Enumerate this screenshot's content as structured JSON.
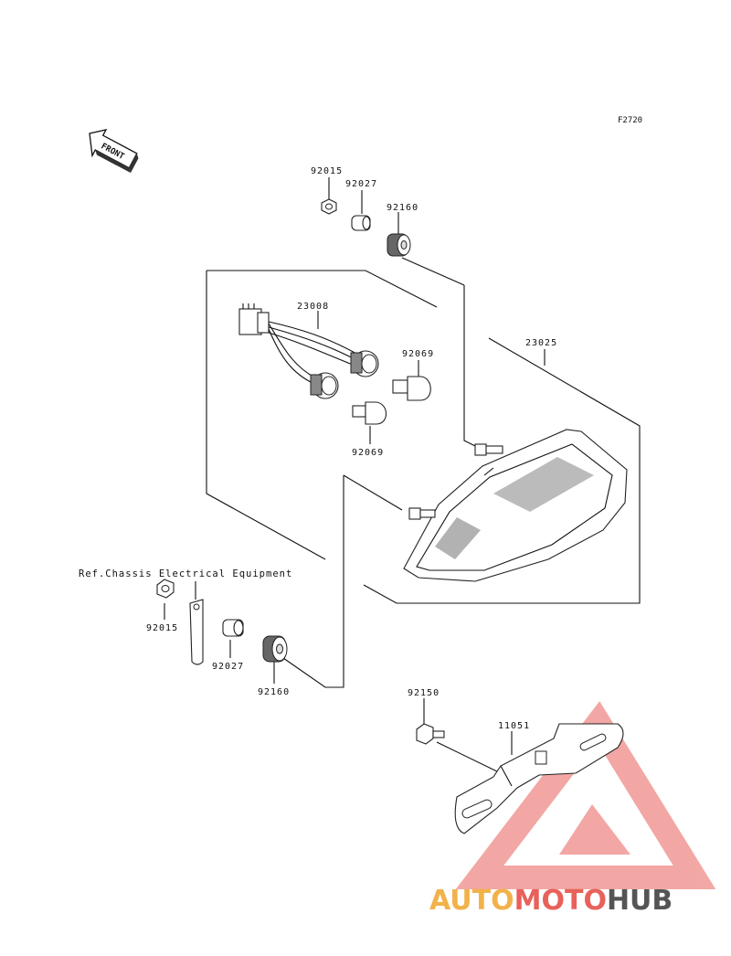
{
  "figure_code": "F2720",
  "front_label": "FRONT",
  "reference_note": "Ref.Chassis Electrical Equipment",
  "parts": {
    "p92015_top": "92015",
    "p92027_top": "92027",
    "p92160_top": "92160",
    "p23008": "23008",
    "p92069_a": "92069",
    "p92069_b": "92069",
    "p23025": "23025",
    "p92015_bottom": "92015",
    "p92027_bottom": "92027",
    "p92160_bottom": "92160",
    "p92150": "92150",
    "p11051": "11051"
  },
  "watermark": {
    "part1": "AUTO",
    "part2": "MOTO",
    "part3": "HUB",
    "color1": "#f2b24a",
    "color2": "#e8615a",
    "color3": "#555555"
  }
}
